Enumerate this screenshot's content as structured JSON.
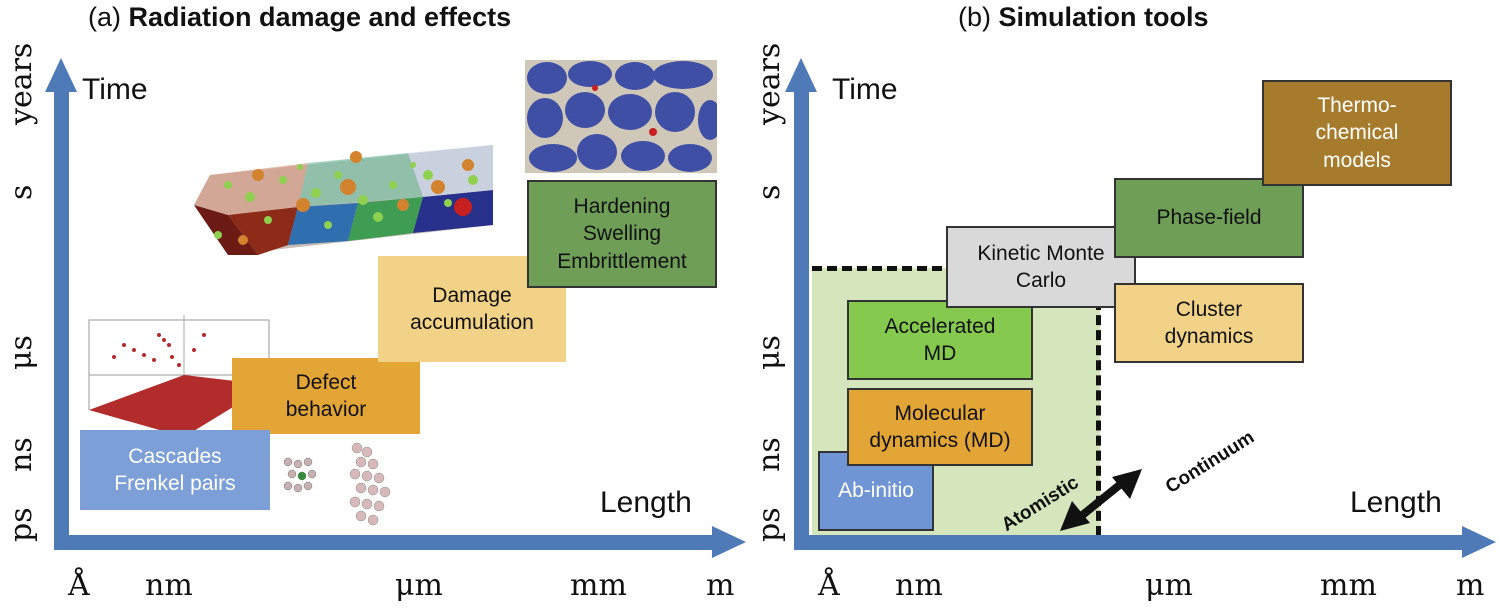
{
  "panel_a": {
    "title_prefix": "(a) ",
    "title_bold": "Radiation damage and effects",
    "y_axis_label": "Time",
    "x_axis_label": "Length",
    "y_ticks": [
      "ps",
      "ns",
      "μs",
      "s",
      "years"
    ],
    "x_ticks": [
      "Å",
      "nm",
      "μm",
      "mm",
      "m"
    ],
    "boxes": {
      "cascades": "Cascades Frenkel pairs",
      "defect": "Defect behavior",
      "damage": "Damage accumulation",
      "hardening": "Hardening Swelling Embrittlement"
    },
    "colors": {
      "cascades": "#7b9fd6",
      "defect": "#e2a536",
      "damage": "#f1d286",
      "hardening": "#6f9e57"
    }
  },
  "panel_b": {
    "title_prefix": "(b) ",
    "title_bold": "Simulation tools",
    "y_axis_label": "Time",
    "x_axis_label": "Length",
    "y_ticks": [
      "ps",
      "ns",
      "μs",
      "s",
      "years"
    ],
    "x_ticks": [
      "Å",
      "nm",
      "μm",
      "mm",
      "m"
    ],
    "boxes": {
      "ab_initio": "Ab-initio",
      "md": "Molecular dynamics (MD)",
      "amd": "Accelerated MD",
      "kmc": "Kinetic Monte Carlo",
      "cluster": "Cluster dynamics",
      "phase": "Phase-field",
      "thermo": "Thermo-chemical models"
    },
    "atomistic_label": "Atomistic",
    "continuum_label": "Continuum",
    "colors": {
      "ab_initio": "#6f95d4",
      "md": "#e2a536",
      "amd": "#86c94f",
      "kmc": "#d9d9d9",
      "cluster": "#f1d286",
      "phase": "#6f9e57",
      "thermo": "#a77b2c",
      "atomistic_region": "#d5e5bc"
    }
  }
}
